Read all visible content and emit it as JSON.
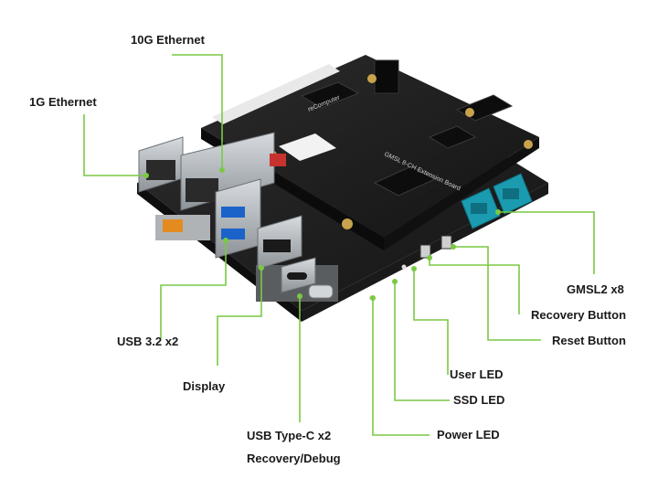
{
  "colors": {
    "callout": "#7ac943",
    "board": "#1c1c1c",
    "board_edge": "#2a2a2a",
    "connector_teal": "#1b9bb0",
    "metal": "#b9bec3",
    "usb_blue": "#1c63c9"
  },
  "board": {
    "silkscreen_title": "GMSL 8-CH Extension Board",
    "brand": "reComputer"
  },
  "labels": {
    "eth_10g": "10G Ethernet",
    "eth_1g": "1G Ethernet",
    "usb32": "USB 3.2 x2",
    "display": "Display",
    "usbc_line1": "USB Type-C x2",
    "usbc_line2": "Recovery/Debug",
    "power_led": "Power LED",
    "ssd_led": "SSD LED",
    "user_led": "User LED",
    "reset_button": "Reset Button",
    "recovery_button": "Recovery Button",
    "gmsl2": "GMSL2 x8"
  }
}
